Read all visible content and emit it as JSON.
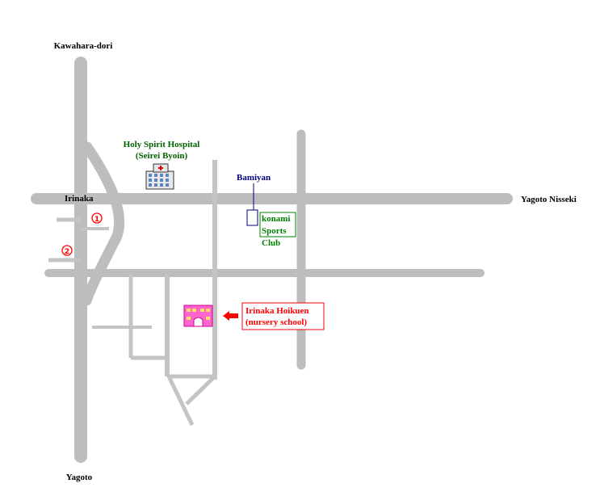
{
  "labels": {
    "north_road": "Kawahara-dori",
    "south_road": "Yagoto",
    "west_intersection": "Irinaka",
    "east_road": "Yagoto Nisseki",
    "hospital_line1": "Holy Spirit Hospital",
    "hospital_line2": "(Seirei Byoin)",
    "restaurant": "Bamiyan",
    "gym_line1": "konami",
    "gym_line2": "Sports",
    "gym_line3": "Club",
    "nursery_line1": "Irinaka Hoikuen",
    "nursery_line2": "(nursery school)"
  },
  "markers": {
    "exit1": "①",
    "exit2": "②"
  },
  "colors": {
    "road": "#bdbdbd",
    "hospital_text": "#006400",
    "gym_text": "#008000",
    "restaurant_text": "#000080",
    "nursery_text": "#ff0000",
    "marker": "#ff0000"
  },
  "icons": {
    "hospital": "hospital-building-icon",
    "nursery": "school-building-icon",
    "arrow": "left-arrow-icon"
  }
}
